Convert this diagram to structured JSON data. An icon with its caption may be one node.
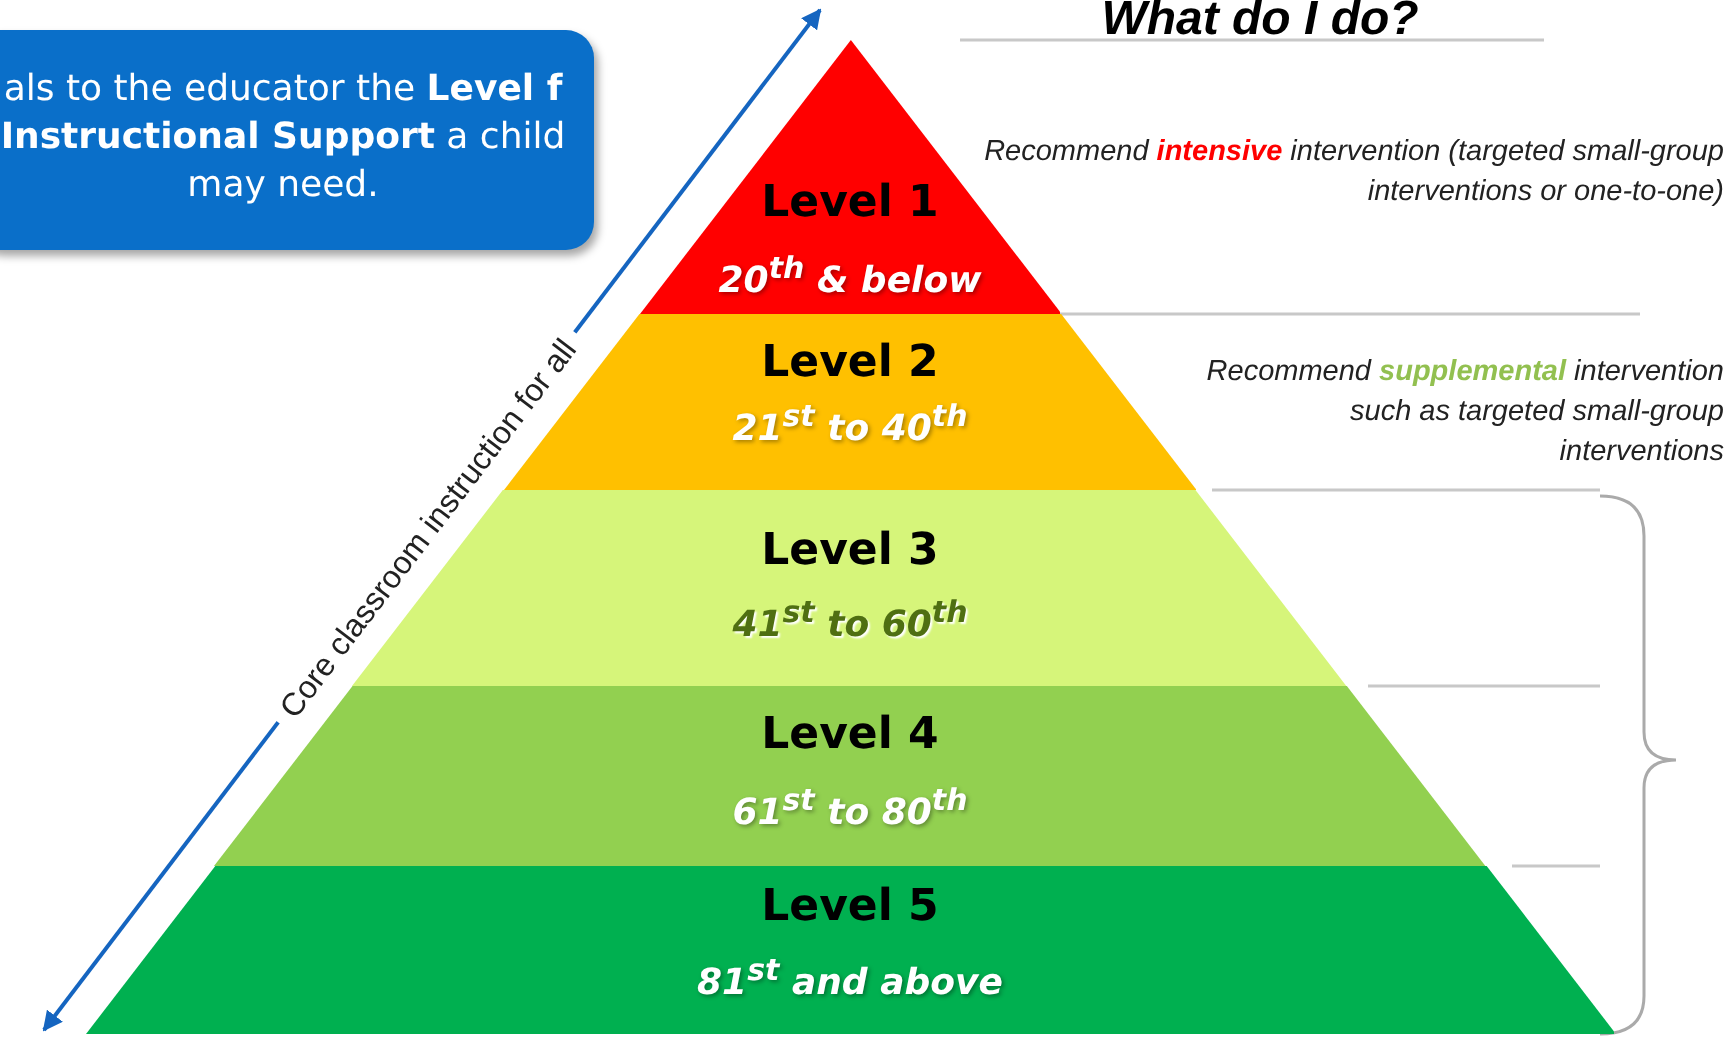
{
  "diagram": {
    "title": "What do I do?",
    "nodes": [
      {
        "text": [
          "als to the educator the **Level f Instructional Support** a child may need."
        ]
      },
      {
        "text": [
          "Level 1",
          "20$^{th}$ & below"
        ]
      },
      {
        "text": [
          "Level 2",
          "21$^{st}$ to 40$^{th}$"
        ]
      },
      {
        "text": [
          "Level 3",
          "41$^{st}$ to 60$^{th}$"
        ]
      },
      {
        "text": [
          "Level 4",
          "61$^{st}$ to 80$^{th}$"
        ]
      },
      {
        "text": [
          "Level 5",
          "81$^{st}$  and above"
        ]
      }
    ],
    "labels": [
      "Recommend **intensive** intervention (targeted small-group interventions or one-to-one)",
      "Recommend **supplemental** intervention such as targeted small-group interventions",
      "Core classroom instruction for all"
    ]
  }
}
